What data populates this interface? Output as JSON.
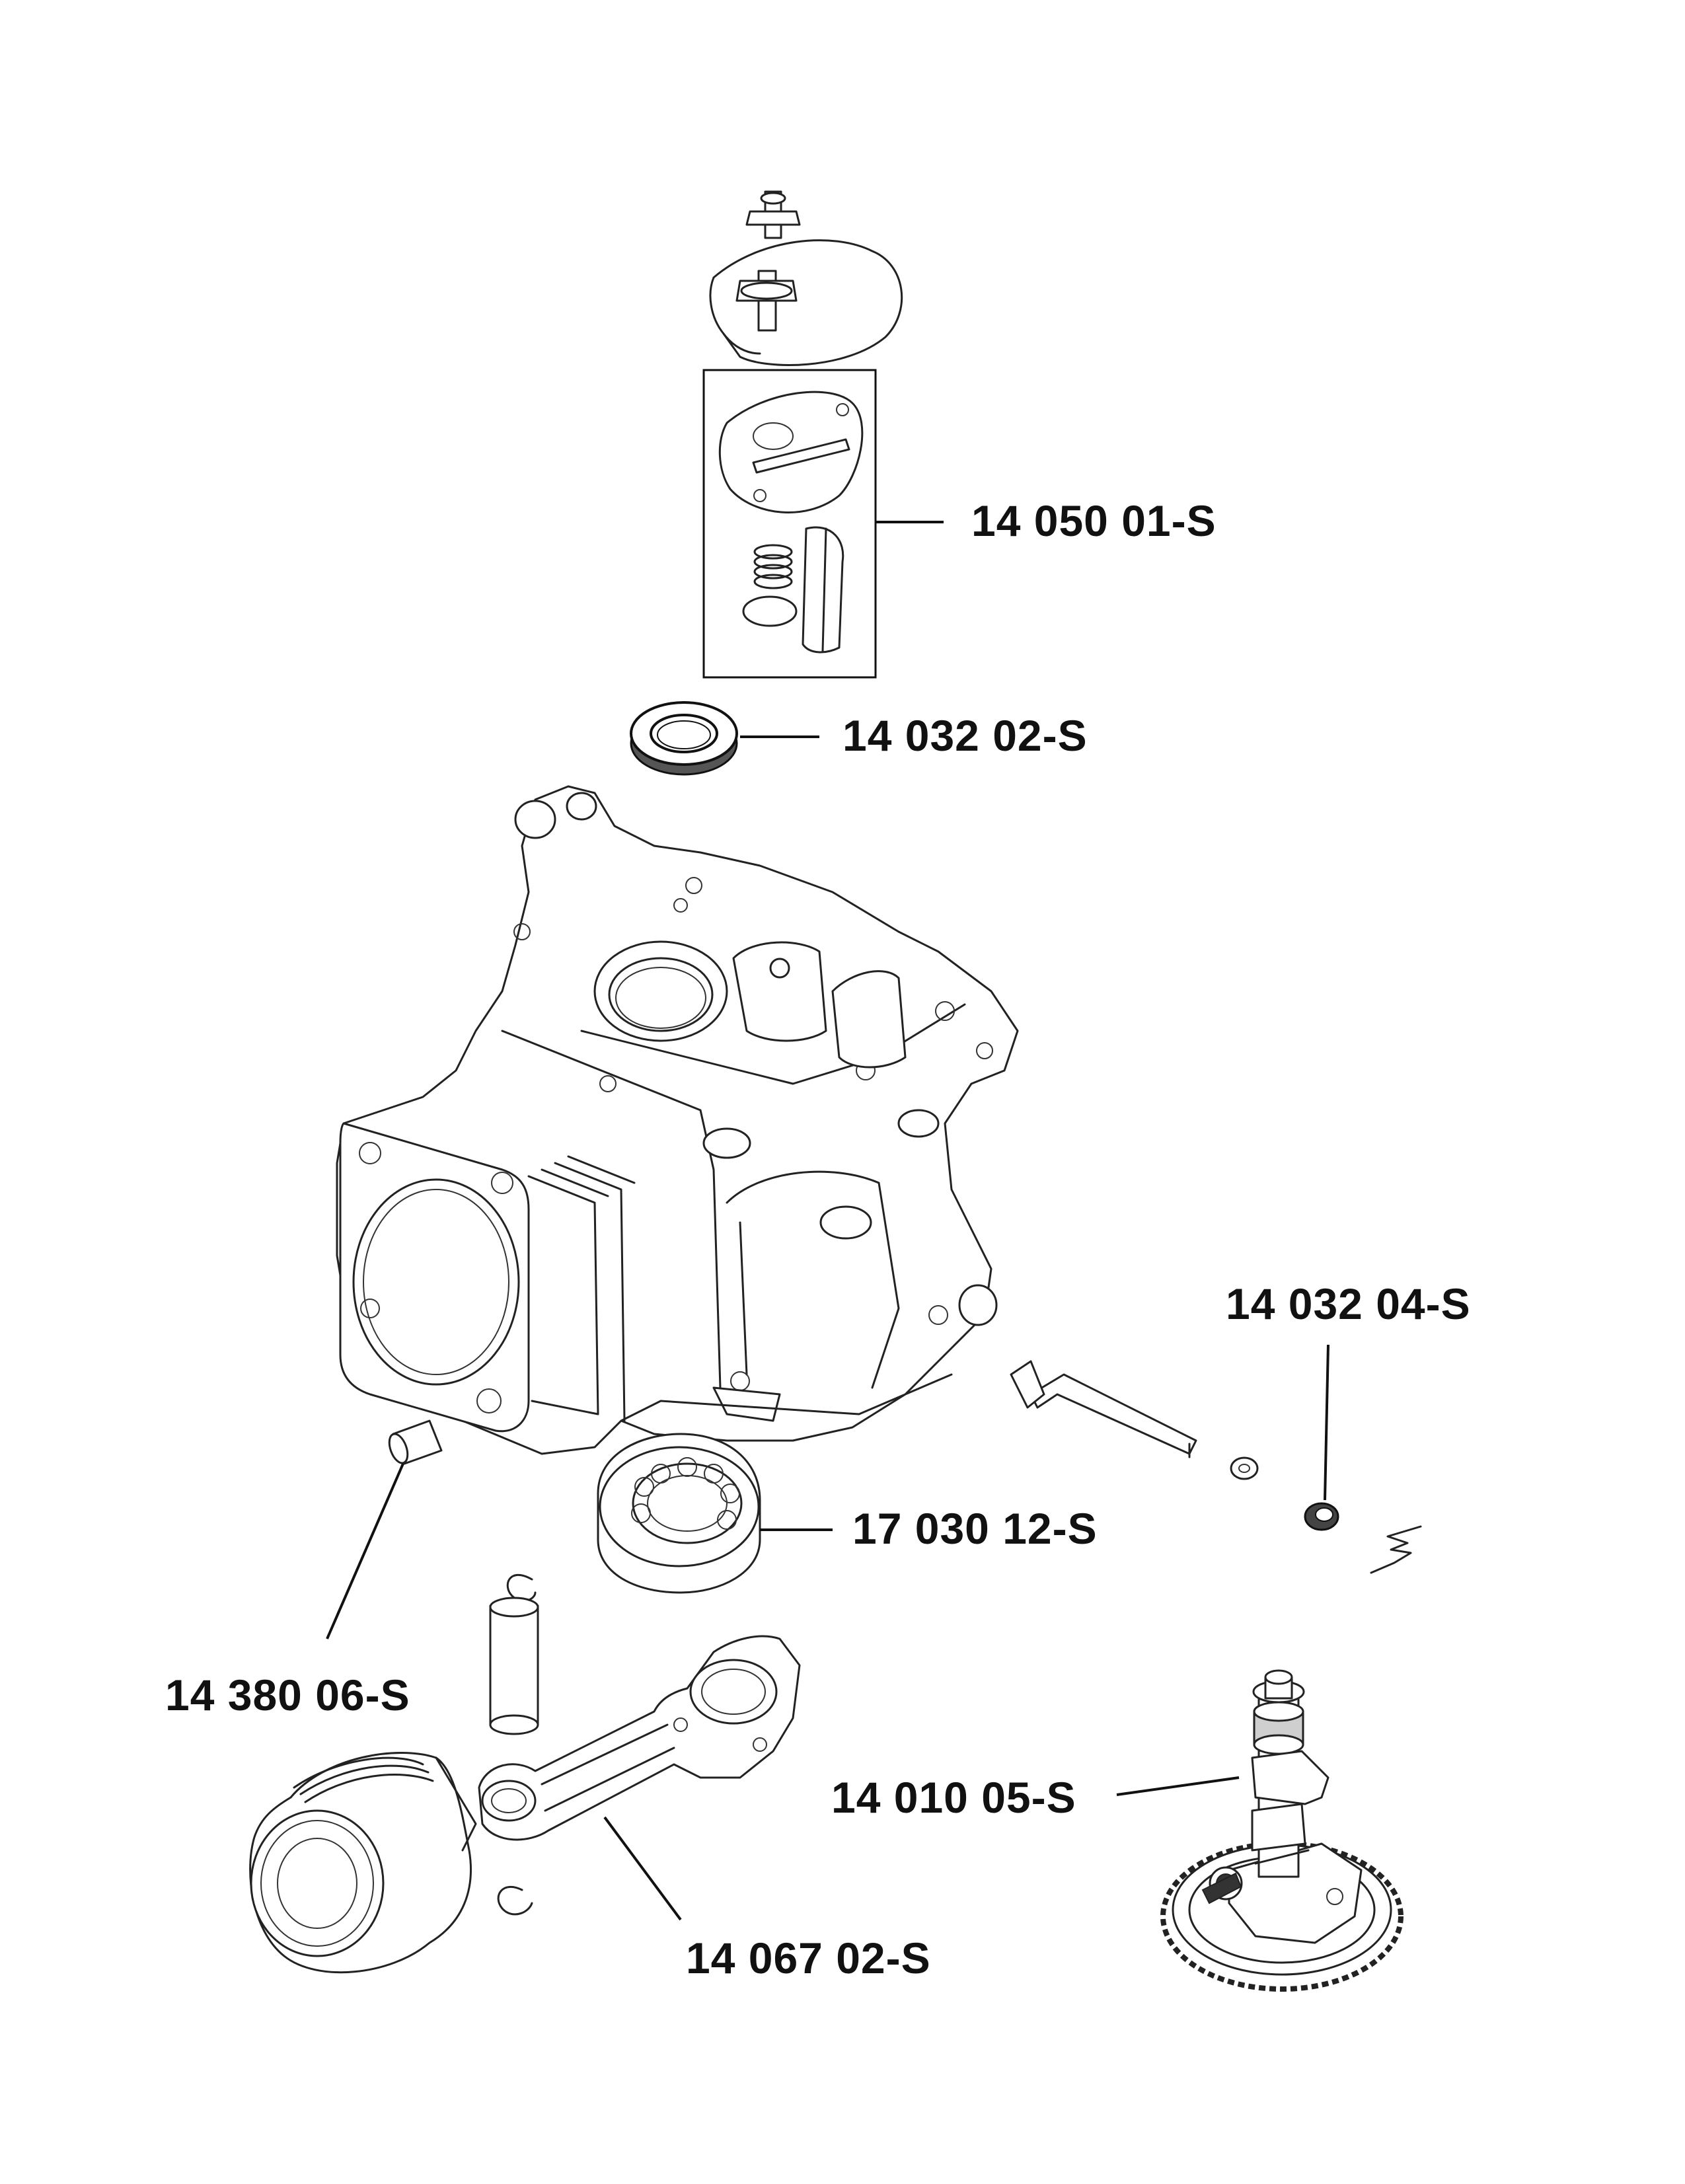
{
  "labels": {
    "gasket_kit": "14 050 01-S",
    "seal_top": "14 032 02-S",
    "seal_side": "14 032 04-S",
    "bearing": "17 030 12-S",
    "dowel_pin": "14 380 06-S",
    "camshaft": "14 010 05-S",
    "connecting_rod": "14 067 02-S"
  }
}
